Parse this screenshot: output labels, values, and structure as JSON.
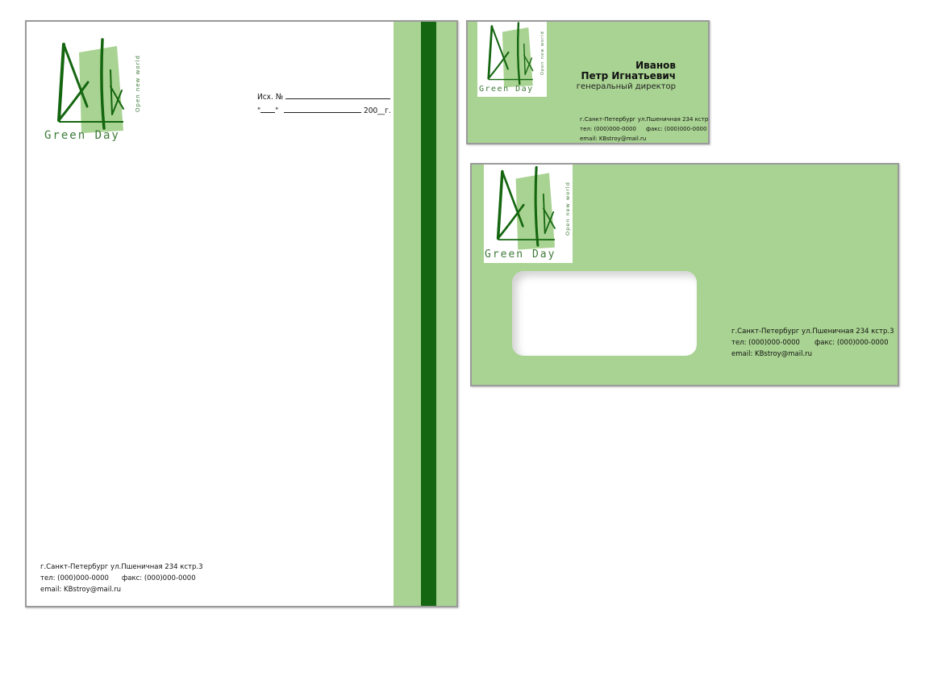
{
  "brand": {
    "name": "Green Day",
    "tagline": "Open new world"
  },
  "letterhead": {
    "ref_label": "Исх. №",
    "date_quote_open": "\"",
    "date_quote_close": "\"",
    "date_suffix": "200__г."
  },
  "contact": {
    "address": "г.Санкт-Петербург  ул.Пшеничная 234 кстр.3",
    "phone": "тел: (000)000-0000",
    "fax": "факс: (000)000-0000",
    "email": "email: KBstroy@mail.ru"
  },
  "business_card": {
    "last_name": "Иванов",
    "first_middle": "Петр Игнатьевич",
    "position": "генеральный директор"
  },
  "colors": {
    "light_green": "#a9d392",
    "dark_green": "#146610",
    "logo_text": "#3f7a3a"
  }
}
